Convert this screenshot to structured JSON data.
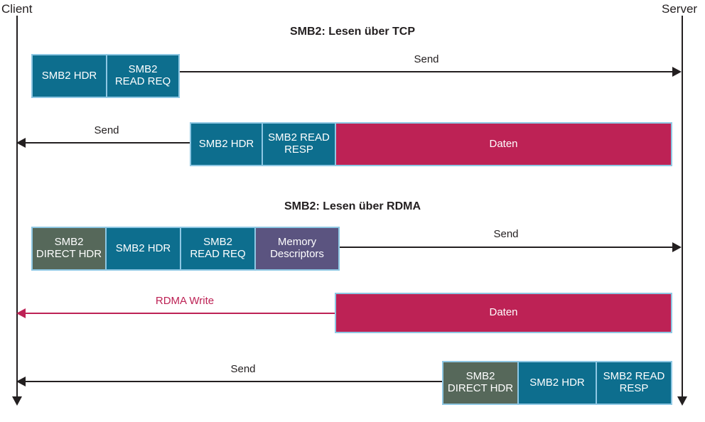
{
  "diagram": {
    "endpoints": {
      "client_label": "Client",
      "server_label": "Server"
    },
    "colors": {
      "teal": "#0D6E8E",
      "olive": "#56685A",
      "purple": "#5B5480",
      "crimson": "#BD2255",
      "packet_border": "#8EC7E3",
      "line": "#231F20"
    },
    "sections": [
      {
        "title": "SMB2: Lesen über TCP"
      },
      {
        "title": "SMB2: Lesen über RDMA"
      }
    ],
    "flows": [
      {
        "id": "tcp-read-request",
        "direction": "client-to-server",
        "arrow_label": "Send",
        "arrow_color": "#231F20",
        "segments": [
          {
            "text": "SMB2 HDR",
            "color": "teal"
          },
          {
            "text": "SMB2\nREAD REQ",
            "color": "teal"
          }
        ]
      },
      {
        "id": "tcp-read-response",
        "direction": "server-to-client",
        "arrow_label": "Send",
        "arrow_color": "#231F20",
        "segments": [
          {
            "text": "SMB2 HDR",
            "color": "teal"
          },
          {
            "text": "SMB2 READ\nRESP",
            "color": "teal"
          },
          {
            "text": "Daten",
            "color": "crimson"
          }
        ]
      },
      {
        "id": "rdma-read-request",
        "direction": "client-to-server",
        "arrow_label": "Send",
        "arrow_color": "#231F20",
        "segments": [
          {
            "text": "SMB2\nDIRECT HDR",
            "color": "olive"
          },
          {
            "text": "SMB2 HDR",
            "color": "teal"
          },
          {
            "text": "SMB2\nREAD REQ",
            "color": "teal"
          },
          {
            "text": "Memory\nDescriptors",
            "color": "purple"
          }
        ]
      },
      {
        "id": "rdma-write-data",
        "direction": "server-to-client",
        "arrow_label": "RDMA Write",
        "arrow_color": "#BD2255",
        "segments": [
          {
            "text": "Daten",
            "color": "crimson"
          }
        ]
      },
      {
        "id": "rdma-read-response",
        "direction": "server-to-client",
        "arrow_label": "Send",
        "arrow_color": "#231F20",
        "segments": [
          {
            "text": "SMB2\nDIRECT HDR",
            "color": "olive"
          },
          {
            "text": "SMB2 HDR",
            "color": "teal"
          },
          {
            "text": "SMB2 READ\nRESP",
            "color": "teal"
          }
        ]
      }
    ]
  }
}
